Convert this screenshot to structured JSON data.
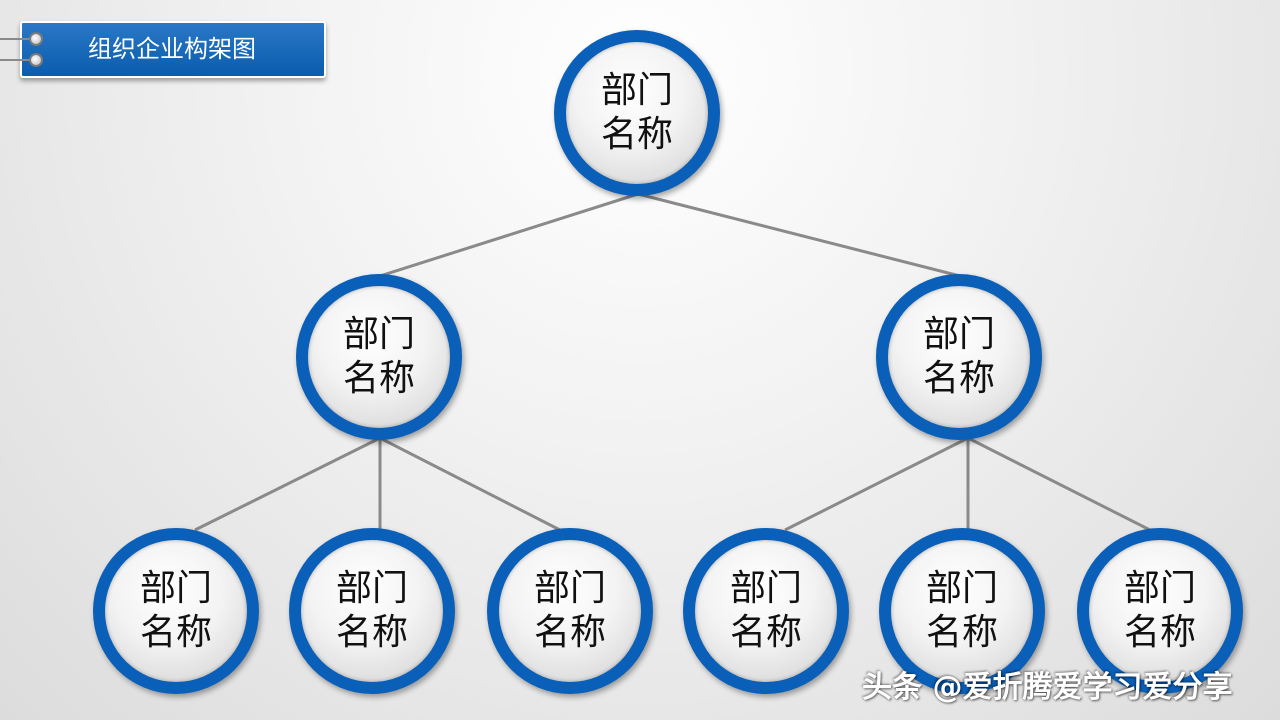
{
  "title": "组织企业构架图",
  "org_chart": {
    "root": "部门名称",
    "level2": [
      "部门名称",
      "部门名称"
    ],
    "level3": [
      "部门名称",
      "部门名称",
      "部门名称",
      "部门名称",
      "部门名称",
      "部门名称"
    ]
  },
  "colors": {
    "ring": "#0a5fb8",
    "title_bg": "#0a5cad",
    "connector": "#8a8a8a"
  },
  "icons": [
    "binder-ring-icon"
  ],
  "watermark": "头条 @爱折腾爱学习爱分享"
}
